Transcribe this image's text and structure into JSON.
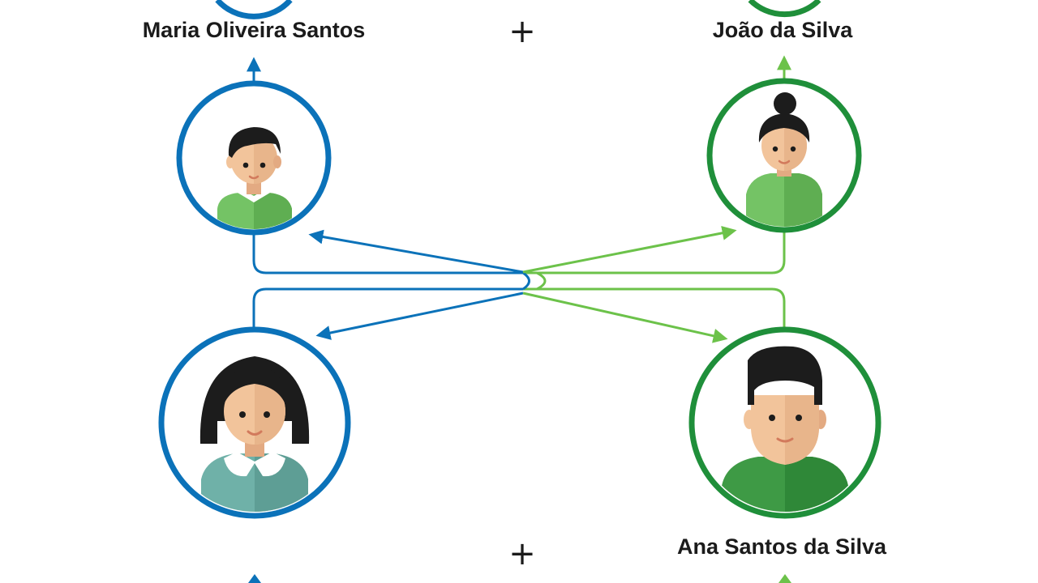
{
  "labels": {
    "top_left_name": "Maria Oliveira Santos",
    "top_right_name": "João da Silva",
    "bottom_right_name": "Ana Santos da Silva",
    "top_plus": "+",
    "bottom_plus": "+"
  },
  "colors": {
    "blue": "#0b72b9",
    "green": "#1f8f3a",
    "green_light": "#6cc24a",
    "skin": "#f2c49b",
    "skin_shade": "#e3aa82",
    "hair": "#1c1c1c",
    "shirt_green": "#74c365",
    "shirt_green_dark": "#3e9a45",
    "shirt_teal": "#6fb1a8"
  },
  "people": [
    {
      "id": "top-left",
      "icon": "boy-avatar-icon",
      "ring_color": "blue"
    },
    {
      "id": "top-right",
      "icon": "woman-bun-avatar-icon",
      "ring_color": "green"
    },
    {
      "id": "bottom-left",
      "icon": "woman-bob-avatar-icon",
      "ring_color": "blue"
    },
    {
      "id": "bottom-right",
      "icon": "man-avatar-icon",
      "ring_color": "green"
    }
  ]
}
